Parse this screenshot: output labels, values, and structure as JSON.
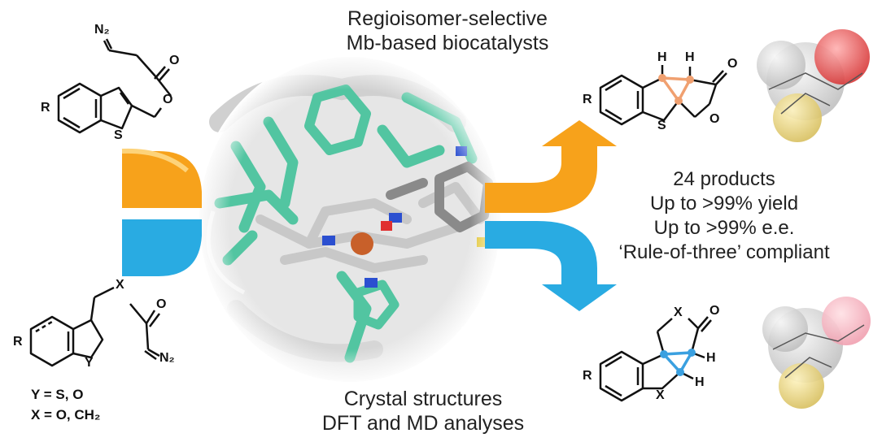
{
  "header": {
    "line1": "Regioisomer-selective",
    "line2": "Mb-based biocatalysts"
  },
  "footer": {
    "line1": "Crystal structures",
    "line2": "DFT and MD analyses"
  },
  "results": {
    "line1": "24 products",
    "line2": "Up to >99% yield",
    "line3": "Up to >99% e.e.",
    "line4": "‘Rule-of-three’ compliant"
  },
  "substrate_top": {
    "r_label": "R",
    "s_label": "S",
    "n2_label": "N₂",
    "o_carbonyl": "O",
    "o_ester": "O"
  },
  "substrate_bottom": {
    "r_label": "R",
    "x_label": "X",
    "y_label": "Y",
    "o_label": "O",
    "n2_label": "N₂"
  },
  "variables": {
    "y_def": "Y = S, O",
    "x_def": "X = O, CH₂"
  },
  "product_top": {
    "r_label": "R",
    "s_label": "S",
    "h1": "H",
    "h2": "H",
    "o_carbonyl": "O",
    "o_ring": "O"
  },
  "product_bottom": {
    "r_label": "R",
    "x_ring": "X",
    "x_lactone": "X",
    "o_label": "O",
    "h1": "H",
    "h2": "H"
  },
  "colors": {
    "orange_arrow": "#f7a21b",
    "blue_arrow": "#29abe2",
    "protein_teal": "#52c5a1",
    "heme_gray": "#c8c8c8",
    "iron": "#c8602a",
    "top_cyclopropane": "#f0a070",
    "bottom_cyclopropane": "#3aa0e0"
  }
}
